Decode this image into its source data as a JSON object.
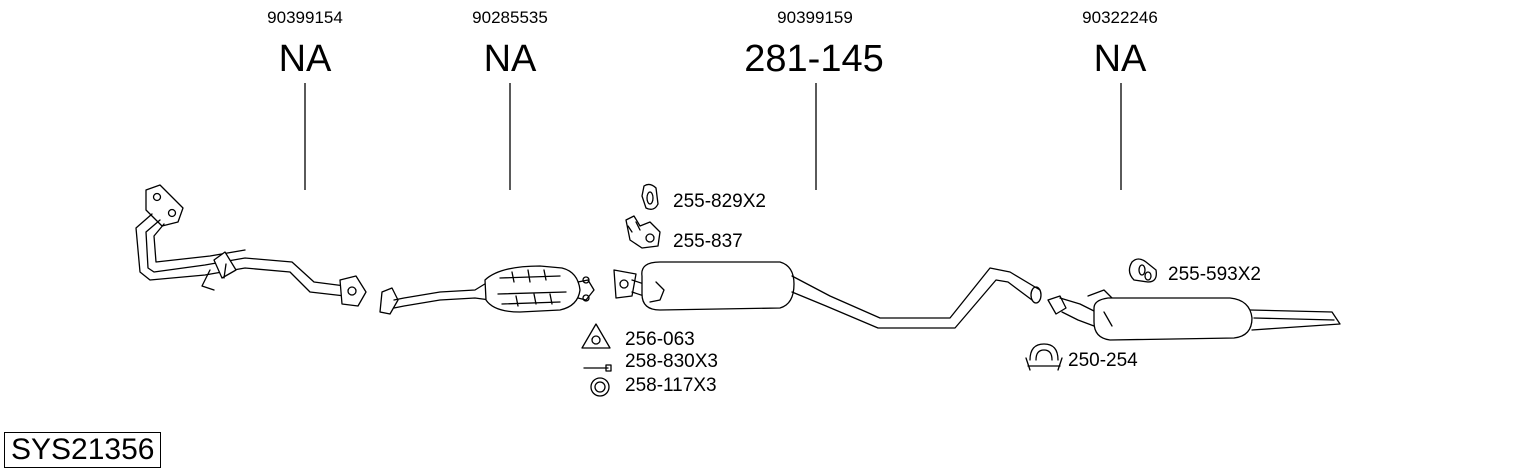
{
  "sections": [
    {
      "oem": "90399154",
      "part": "NA"
    },
    {
      "oem": "90285535",
      "part": "NA"
    },
    {
      "oem": "90399159",
      "part": "281-145"
    },
    {
      "oem": "90322246",
      "part": "NA"
    }
  ],
  "accessories": {
    "rubber_hanger_a": "255-829X2",
    "bracket": "255-837",
    "gasket": "256-063",
    "bolt": "258-830X3",
    "ring": "258-117X3",
    "rubber_hanger_b": "255-593X2",
    "clamp": "250-254"
  },
  "system_id": "SYS21356"
}
